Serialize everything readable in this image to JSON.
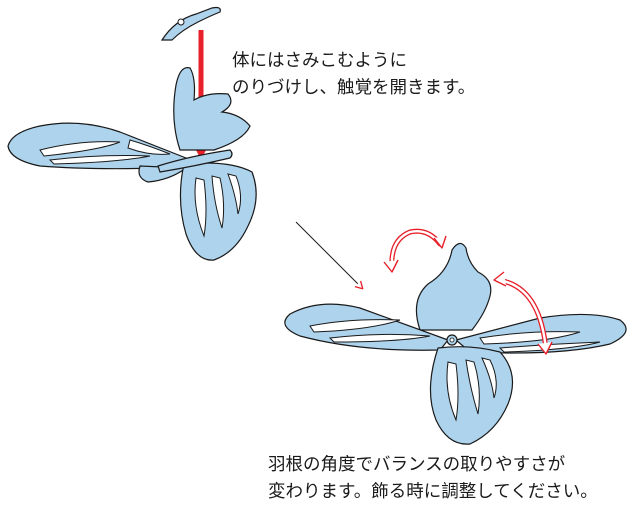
{
  "instructions": {
    "step1_line1": "体にはさみこむように",
    "step1_line2": "のりづけし、触覚を開きます。",
    "step2_line1": "羽根の角度でバランスの取りやすさが",
    "step2_line2": "変わります。飾る時に調整してください。"
  },
  "colors": {
    "wing_fill": "#aed3ec",
    "outline": "#1a1a1a",
    "insert_arrow": "#e8202a",
    "adjust_arrow": "#e8202a"
  }
}
